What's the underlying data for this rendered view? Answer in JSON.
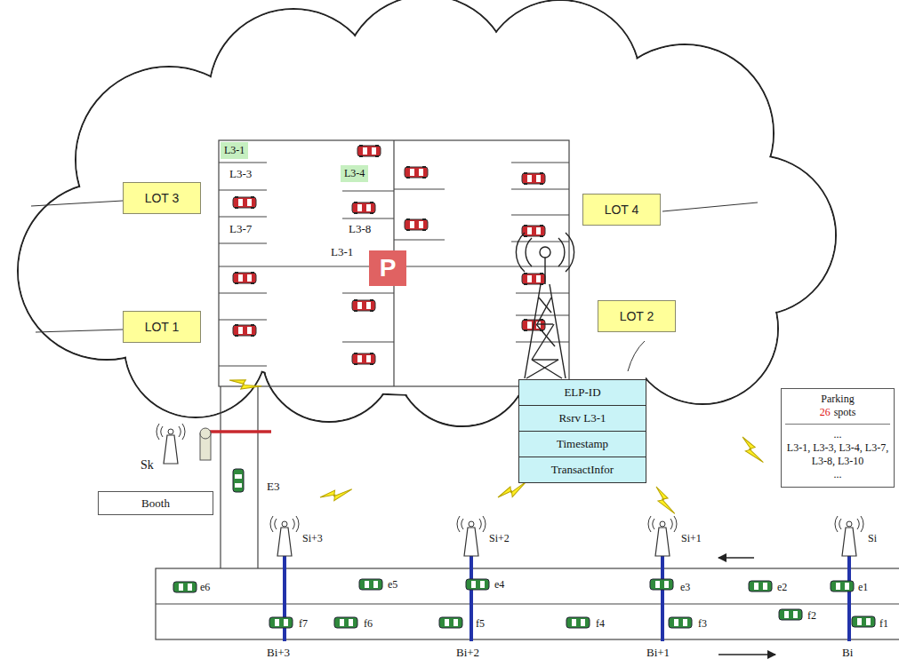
{
  "diagram": {
    "nodes": [
      {
        "text": [
          "LOT 3"
        ]
      },
      {
        "text": [
          "LOT 1"
        ]
      },
      {
        "text": [
          "LOT 4"
        ]
      },
      {
        "text": [
          "LOT 2"
        ]
      },
      {
        "text": [
          "L3-1"
        ]
      },
      {
        "text": [
          "L3-4"
        ]
      },
      {
        "text": [
          "P"
        ]
      },
      {
        "text": [
          "ELP-ID"
        ]
      },
      {
        "text": [
          "Rsrv L3-1"
        ]
      },
      {
        "text": [
          "Timestamp"
        ]
      },
      {
        "text": [
          "TransactInfor"
        ]
      },
      {
        "text": [
          "Parking",
          "26",
          "spots",
          "...",
          "L3-1, L3-3, L3-4, L3-7, L3-8, L3-10",
          "..."
        ]
      },
      {
        "text": [
          "Booth"
        ]
      }
    ],
    "labels": [
      "L3-3",
      "L3-7",
      "L3-8",
      "L3-1",
      "Sk",
      "E3",
      "Si+3",
      "Si+2",
      "Si+1",
      "Si",
      "e6",
      "e5",
      "e4",
      "e3",
      "e2",
      "e1",
      "f7",
      "f6",
      "f5",
      "f4",
      "f3",
      "f2",
      "f1",
      "Bi+3",
      "Bi+2",
      "Bi+1",
      "Bi"
    ]
  }
}
